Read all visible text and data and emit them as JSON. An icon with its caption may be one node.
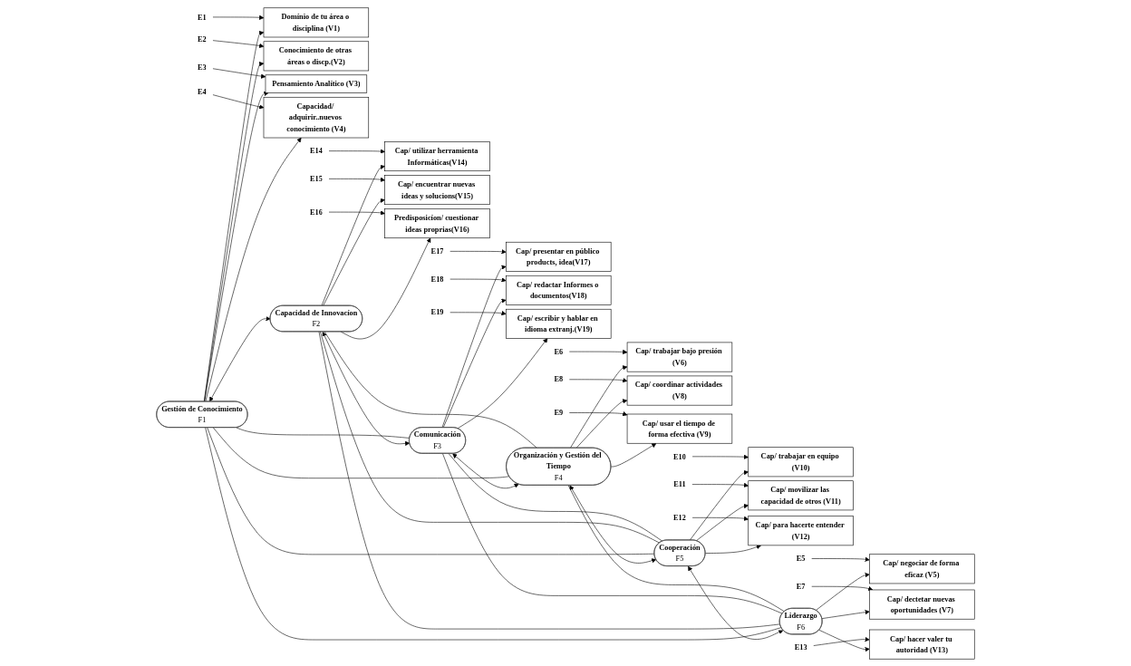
{
  "diagram": {
    "nodes": [
      {
        "text": [
          "Gestión de Conocimiento",
          "F1"
        ]
      },
      {
        "text": [
          "Domínio de tu área o disciplina (V1)"
        ]
      },
      {
        "text": [
          "Conocimiento de otras áreas o discp.(V2)"
        ]
      },
      {
        "text": [
          "Pensamiento Analítico (V3)"
        ]
      },
      {
        "text": [
          "Capacidad/ adquirir..nuevos conocimiento (V4)"
        ]
      },
      {
        "text": [
          "E1"
        ]
      },
      {
        "text": [
          "E2"
        ]
      },
      {
        "text": [
          "E3"
        ]
      },
      {
        "text": [
          "E4"
        ]
      },
      {
        "text": [
          "Capacidad de Innovacíon",
          "F2"
        ]
      },
      {
        "text": [
          "Cap/ utilizar herramienta Informáticas(V14)"
        ]
      },
      {
        "text": [
          "Cap/ encuentrar nuevas ideas y solucions(V15)"
        ]
      },
      {
        "text": [
          "Predisposicíon/ cuestionar ideas proprias(V16)"
        ]
      },
      {
        "text": [
          "E14"
        ]
      },
      {
        "text": [
          "E15"
        ]
      },
      {
        "text": [
          "E16"
        ]
      },
      {
        "text": [
          "Comunicación",
          "F3"
        ]
      },
      {
        "text": [
          "Cap/ presentar en público products, idea(V17)"
        ]
      },
      {
        "text": [
          "Cap/ redactar Informes o documentos(V18)"
        ]
      },
      {
        "text": [
          "Cap/ escribir y hablar en idioma extranj.(V19)"
        ]
      },
      {
        "text": [
          "E17"
        ]
      },
      {
        "text": [
          "E18"
        ]
      },
      {
        "text": [
          "E19"
        ]
      },
      {
        "text": [
          "Organización y Gestión del Tiempo",
          "F4"
        ]
      },
      {
        "text": [
          "Cap/ trabajar bajo presión (V6)"
        ]
      },
      {
        "text": [
          "Cap/ coordinar actividades (V8)"
        ]
      },
      {
        "text": [
          "Cap/ usar el tiempo de forma efectiva (V9)"
        ]
      },
      {
        "text": [
          "E6"
        ]
      },
      {
        "text": [
          "E8"
        ]
      },
      {
        "text": [
          "E9"
        ]
      },
      {
        "text": [
          "Cooperación",
          "F5"
        ]
      },
      {
        "text": [
          "Cap/ trabajar en equipo (V10)"
        ]
      },
      {
        "text": [
          "Cap/ movilizar las capacidad de otros (V11)"
        ]
      },
      {
        "text": [
          "Cap/ para hacerte entender (V12)"
        ]
      },
      {
        "text": [
          "E10"
        ]
      },
      {
        "text": [
          "E11"
        ]
      },
      {
        "text": [
          "E12"
        ]
      },
      {
        "text": [
          "Liderazgo",
          "F6"
        ]
      },
      {
        "text": [
          "Cap/ negociar de forma eficaz (V5)"
        ]
      },
      {
        "text": [
          "Cap/ dectetar nuevas oportunidades (V7)"
        ]
      },
      {
        "text": [
          "Cap/ hacer valer tu autoridad (V13)"
        ]
      },
      {
        "text": [
          "E5"
        ]
      },
      {
        "text": [
          "E7"
        ]
      },
      {
        "text": [
          "E13"
        ]
      }
    ],
    "edges": [
      {
        "from": 0,
        "to": 1,
        "arrow": "to"
      },
      {
        "from": 0,
        "to": 2,
        "arrow": "to"
      },
      {
        "from": 0,
        "to": 3,
        "arrow": "to"
      },
      {
        "from": 0,
        "to": 4,
        "arrow": "to"
      },
      {
        "from": 5,
        "to": 1,
        "arrow": "to"
      },
      {
        "from": 6,
        "to": 2,
        "arrow": "to"
      },
      {
        "from": 7,
        "to": 3,
        "arrow": "to"
      },
      {
        "from": 8,
        "to": 4,
        "arrow": "to"
      },
      {
        "from": 9,
        "to": 10,
        "arrow": "to"
      },
      {
        "from": 9,
        "to": 11,
        "arrow": "to"
      },
      {
        "from": 9,
        "to": 12,
        "arrow": "to"
      },
      {
        "from": 13,
        "to": 10,
        "arrow": "to"
      },
      {
        "from": 14,
        "to": 11,
        "arrow": "to"
      },
      {
        "from": 15,
        "to": 12,
        "arrow": "to"
      },
      {
        "from": 16,
        "to": 17,
        "arrow": "to"
      },
      {
        "from": 16,
        "to": 18,
        "arrow": "to"
      },
      {
        "from": 16,
        "to": 19,
        "arrow": "to"
      },
      {
        "from": 20,
        "to": 17,
        "arrow": "to"
      },
      {
        "from": 21,
        "to": 18,
        "arrow": "to"
      },
      {
        "from": 22,
        "to": 19,
        "arrow": "to"
      },
      {
        "from": 23,
        "to": 24,
        "arrow": "to"
      },
      {
        "from": 23,
        "to": 25,
        "arrow": "to"
      },
      {
        "from": 23,
        "to": 26,
        "arrow": "to"
      },
      {
        "from": 27,
        "to": 24,
        "arrow": "to"
      },
      {
        "from": 28,
        "to": 25,
        "arrow": "to"
      },
      {
        "from": 29,
        "to": 26,
        "arrow": "to"
      },
      {
        "from": 30,
        "to": 31,
        "arrow": "to"
      },
      {
        "from": 30,
        "to": 32,
        "arrow": "to"
      },
      {
        "from": 30,
        "to": 33,
        "arrow": "to"
      },
      {
        "from": 34,
        "to": 31,
        "arrow": "to"
      },
      {
        "from": 35,
        "to": 32,
        "arrow": "to"
      },
      {
        "from": 36,
        "to": 33,
        "arrow": "to"
      },
      {
        "from": 37,
        "to": 38,
        "arrow": "to"
      },
      {
        "from": 37,
        "to": 39,
        "arrow": "to"
      },
      {
        "from": 37,
        "to": 40,
        "arrow": "to"
      },
      {
        "from": 41,
        "to": 38,
        "arrow": "to"
      },
      {
        "from": 42,
        "to": 39,
        "arrow": "to"
      },
      {
        "from": 43,
        "to": 40,
        "arrow": "to"
      },
      {
        "from": 0,
        "to": 9,
        "arrow": "both"
      },
      {
        "from": 9,
        "to": 16,
        "arrow": "both"
      },
      {
        "from": 16,
        "to": 23,
        "arrow": "both"
      },
      {
        "from": 23,
        "to": 30,
        "arrow": "both"
      },
      {
        "from": 30,
        "to": 37,
        "arrow": "both"
      },
      {
        "from": 0,
        "to": 16,
        "arrow": "none"
      },
      {
        "from": 0,
        "to": 23,
        "arrow": "none"
      },
      {
        "from": 0,
        "to": 30,
        "arrow": "none"
      },
      {
        "from": 0,
        "to": 37,
        "arrow": "none"
      },
      {
        "from": 9,
        "to": 23,
        "arrow": "none"
      },
      {
        "from": 9,
        "to": 30,
        "arrow": "none"
      },
      {
        "from": 9,
        "to": 37,
        "arrow": "none"
      },
      {
        "from": 16,
        "to": 30,
        "arrow": "none"
      },
      {
        "from": 16,
        "to": 37,
        "arrow": "none"
      },
      {
        "from": 23,
        "to": 37,
        "arrow": "none"
      }
    ]
  }
}
